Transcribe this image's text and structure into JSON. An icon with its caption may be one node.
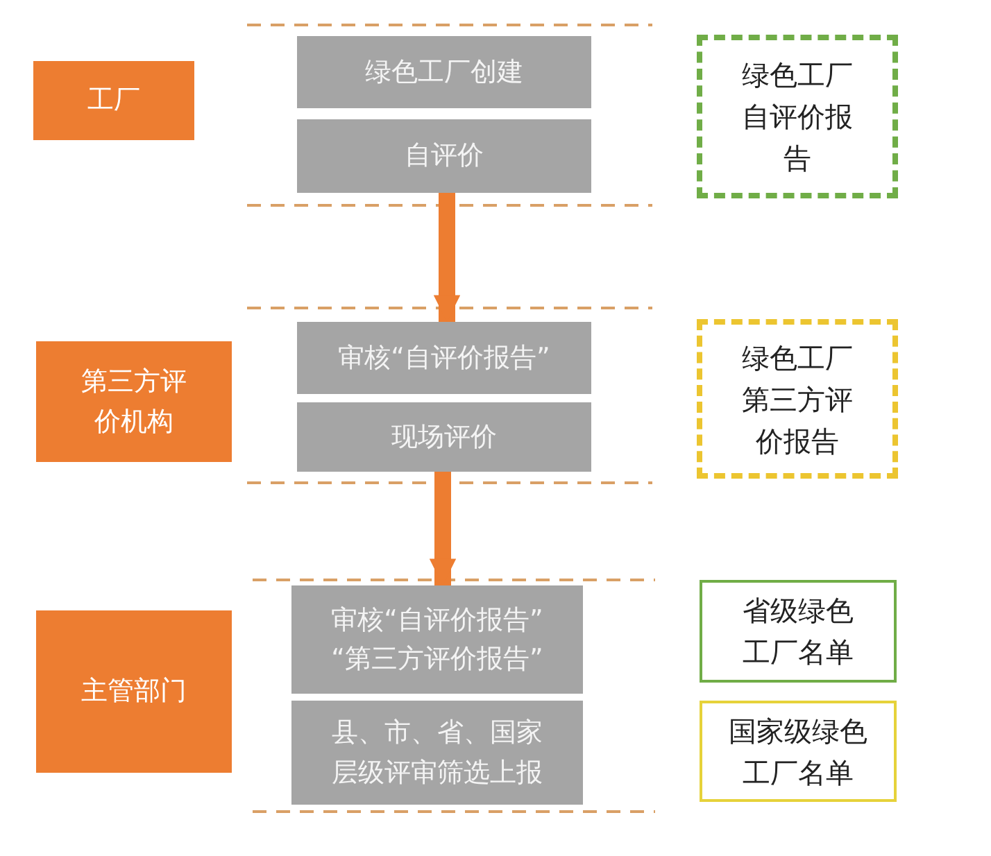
{
  "diagram": {
    "nodes": [
      {
        "text": [
          "工厂"
        ]
      },
      {
        "text": [
          "绿色工厂创建"
        ]
      },
      {
        "text": [
          "自评价"
        ]
      },
      {
        "text": [
          "绿色工厂自评价报告"
        ]
      },
      {
        "text": [
          "第三方评价机构"
        ]
      },
      {
        "text": [
          "审核“自评价报告”"
        ]
      },
      {
        "text": [
          "现场评价"
        ]
      },
      {
        "text": [
          "绿色工厂第三方评价报告"
        ]
      },
      {
        "text": [
          "主管部门"
        ]
      },
      {
        "text": [
          "审核“自评价报告”",
          "“第三方评价报告”"
        ]
      },
      {
        "text": [
          "县、市、省、国家层级评审筛选上报"
        ]
      },
      {
        "text": [
          "省级绿色工厂名单"
        ]
      },
      {
        "text": [
          "国家级绿色工厂名单"
        ]
      }
    ],
    "edges": [
      {
        "from": 2,
        "to": 5,
        "arrow": "to"
      },
      {
        "from": 6,
        "to": 9,
        "arrow": "to"
      }
    ]
  }
}
